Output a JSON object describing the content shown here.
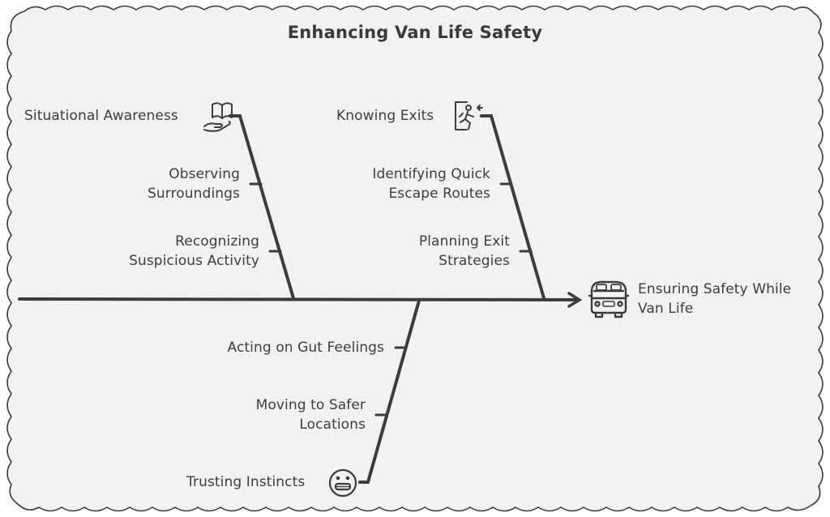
{
  "title": "Enhancing Van Life Safety",
  "outcome": {
    "line1": "Ensuring Safety While",
    "line2": "Van Life",
    "icon": "van-icon"
  },
  "branches": {
    "situational": {
      "label": "Situational Awareness",
      "icon": "book-hand-icon",
      "sub1": {
        "line1": "Observing",
        "line2": "Surroundings"
      },
      "sub2": {
        "line1": "Recognizing",
        "line2": "Suspicious Activity"
      }
    },
    "exits": {
      "label": "Knowing Exits",
      "icon": "emergency-exit-icon",
      "sub1": {
        "line1": "Identifying Quick",
        "line2": "Escape Routes"
      },
      "sub2": {
        "line1": "Planning Exit",
        "line2": "Strategies"
      }
    },
    "instincts": {
      "label": "Trusting Instincts",
      "icon": "grimace-face-icon",
      "sub1": {
        "line1": "Acting on Gut Feelings"
      },
      "sub2": {
        "line1": "Moving to Safer",
        "line2": "Locations"
      }
    }
  },
  "colors": {
    "background": "#f2f2f2",
    "stroke": "#3c3c3c",
    "text": "#3d3d3d"
  }
}
